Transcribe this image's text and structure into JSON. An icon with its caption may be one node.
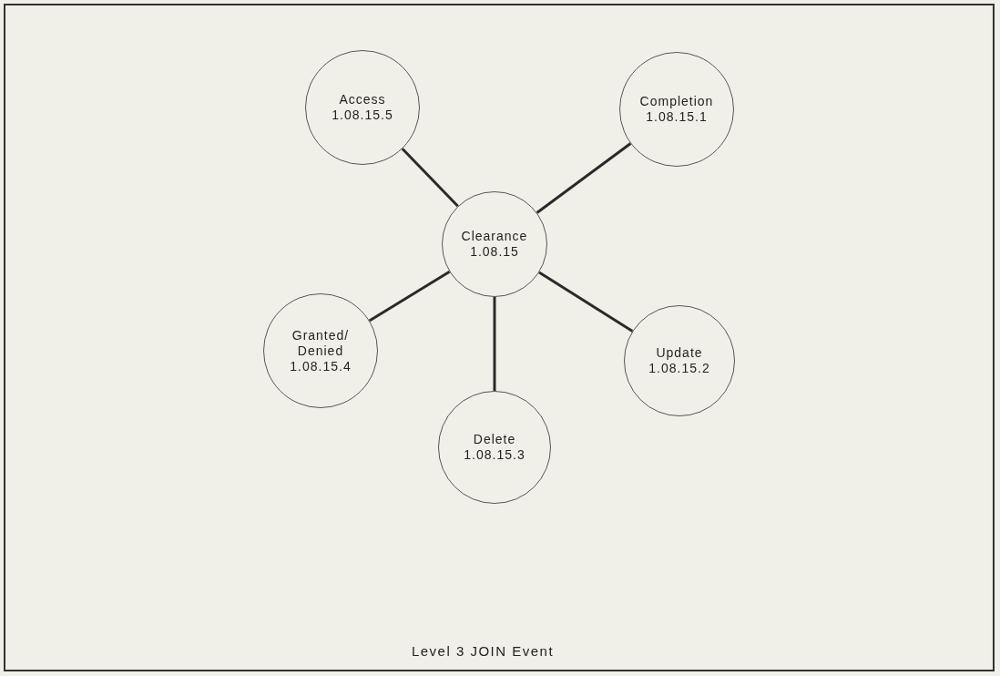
{
  "diagram": {
    "caption": "Level 3 JOIN Event",
    "nodes": [
      {
        "text": [
          "Access",
          "1.08.15.5"
        ]
      },
      {
        "text": [
          "Completion",
          "1.08.15.1"
        ]
      },
      {
        "text": [
          "Clearance",
          "1.08.15"
        ]
      },
      {
        "text": [
          "Granted/ Denied",
          "1.08.15.4"
        ]
      },
      {
        "text": [
          "Update",
          "1.08.15.2"
        ]
      },
      {
        "text": [
          "Delete",
          "1.08.15.3"
        ]
      }
    ],
    "edges": [
      {
        "from": 2,
        "to": 0,
        "arrow": "none"
      },
      {
        "from": 2,
        "to": 1,
        "arrow": "none"
      },
      {
        "from": 2,
        "to": 3,
        "arrow": "none"
      },
      {
        "from": 2,
        "to": 4,
        "arrow": "none"
      },
      {
        "from": 2,
        "to": 5,
        "arrow": "none"
      }
    ]
  }
}
